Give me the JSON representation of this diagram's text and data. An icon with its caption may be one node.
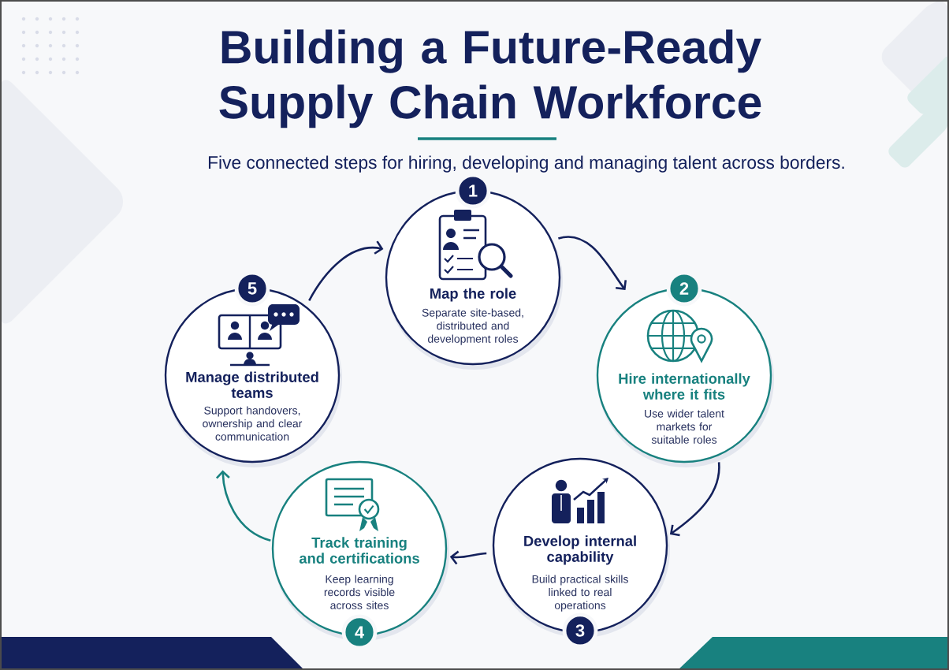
{
  "diagram": {
    "title": "Building a Future-Ready Supply Chain Workforce",
    "nodes": [
      {
        "text": [
          "1",
          "Map the role",
          "Separate site-based, distributed and development roles"
        ]
      },
      {
        "text": [
          "2",
          "Hire internationally where it fits",
          "Use wider talent markets for suitable roles"
        ]
      },
      {
        "text": [
          "Develop internal capability",
          "Build practical skills linked to real operations",
          "3"
        ]
      },
      {
        "text": [
          "Track training and certifications",
          "Keep learning records visible across sites",
          "4"
        ]
      },
      {
        "text": [
          "5",
          "Manage distributed teams",
          "Support handovers, ownership and clear communication"
        ]
      }
    ],
    "edges": [
      {
        "from": 0,
        "to": 1,
        "arrow": "to"
      },
      {
        "from": 1,
        "to": 2,
        "arrow": "to"
      },
      {
        "from": 2,
        "to": 3,
        "arrow": "to"
      },
      {
        "from": 3,
        "to": 4,
        "arrow": "to",
        "color": "#18817f"
      },
      {
        "from": 4,
        "to": 0,
        "arrow": "to"
      }
    ],
    "labels": [
      "Five connected steps for hiring, developing and managing talent across borders."
    ]
  }
}
